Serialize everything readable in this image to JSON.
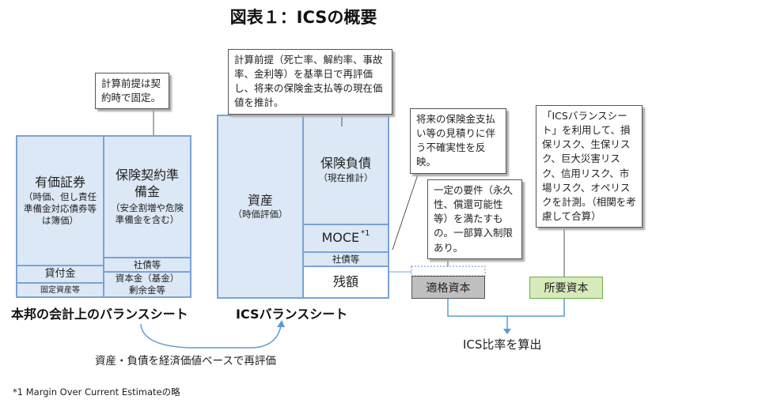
{
  "title": "図表１：ICSの概要",
  "left_sheet": {
    "securities": "有価証券",
    "securities_note": "（時価、但し責任準備金対応債券等は簿価）",
    "loans": "貸付金",
    "fixed_assets": "固定資産等",
    "reserve": "保険契約準備金",
    "reserve_note": "（安全割増や危険準備金を含む）",
    "bonds": "社債等",
    "capital": "資本金（基金）",
    "surplus": "剰余金等",
    "caption": "本邦の会計上のバランスシート"
  },
  "ics_sheet": {
    "assets": "資産",
    "assets_note": "（時価評価）",
    "liability": "保険負債",
    "liability_note": "（現在推計）",
    "moce": "MOCE",
    "moce_mark": "*1",
    "bonds": "社債等",
    "residual": "残額",
    "caption": "ICSバランスシート"
  },
  "callouts": {
    "fixed_premise": "計算前提は契約時で固定。",
    "ics_premise": "計算前提（死亡率、解約率、事故率、金利等）を基準日で再評価し、将来の保険金支払等の現在価値を推計。",
    "moce": "将来の保険金支払い等の見積りに伴う不確実性を反映。",
    "eligible": "一定の要件（永久性、償還可能性等）を満たすもの。一部算入制限あり。",
    "required": "「ICSバランスシート」を利用して、損保リスク、生保リスク、巨大災害リスク、信用リスク、市場リスク、オペリスクを計測。（相関を考慮して合算）"
  },
  "labels": {
    "eligible_capital": "適格資本",
    "required_capital": "所要資本",
    "ratio": "ICS比率を算出",
    "revaluation": "資産・負債を経済価値ベースで再評価",
    "footnote": "*1 Margin Over Current Estimateの略"
  },
  "colors": {
    "cell_fill": "#dce8f5",
    "cell_border": "#7aa3d6",
    "eligible_fill": "#bfbfbf",
    "required_fill": "#d7eab9",
    "required_border": "#70ad47"
  }
}
